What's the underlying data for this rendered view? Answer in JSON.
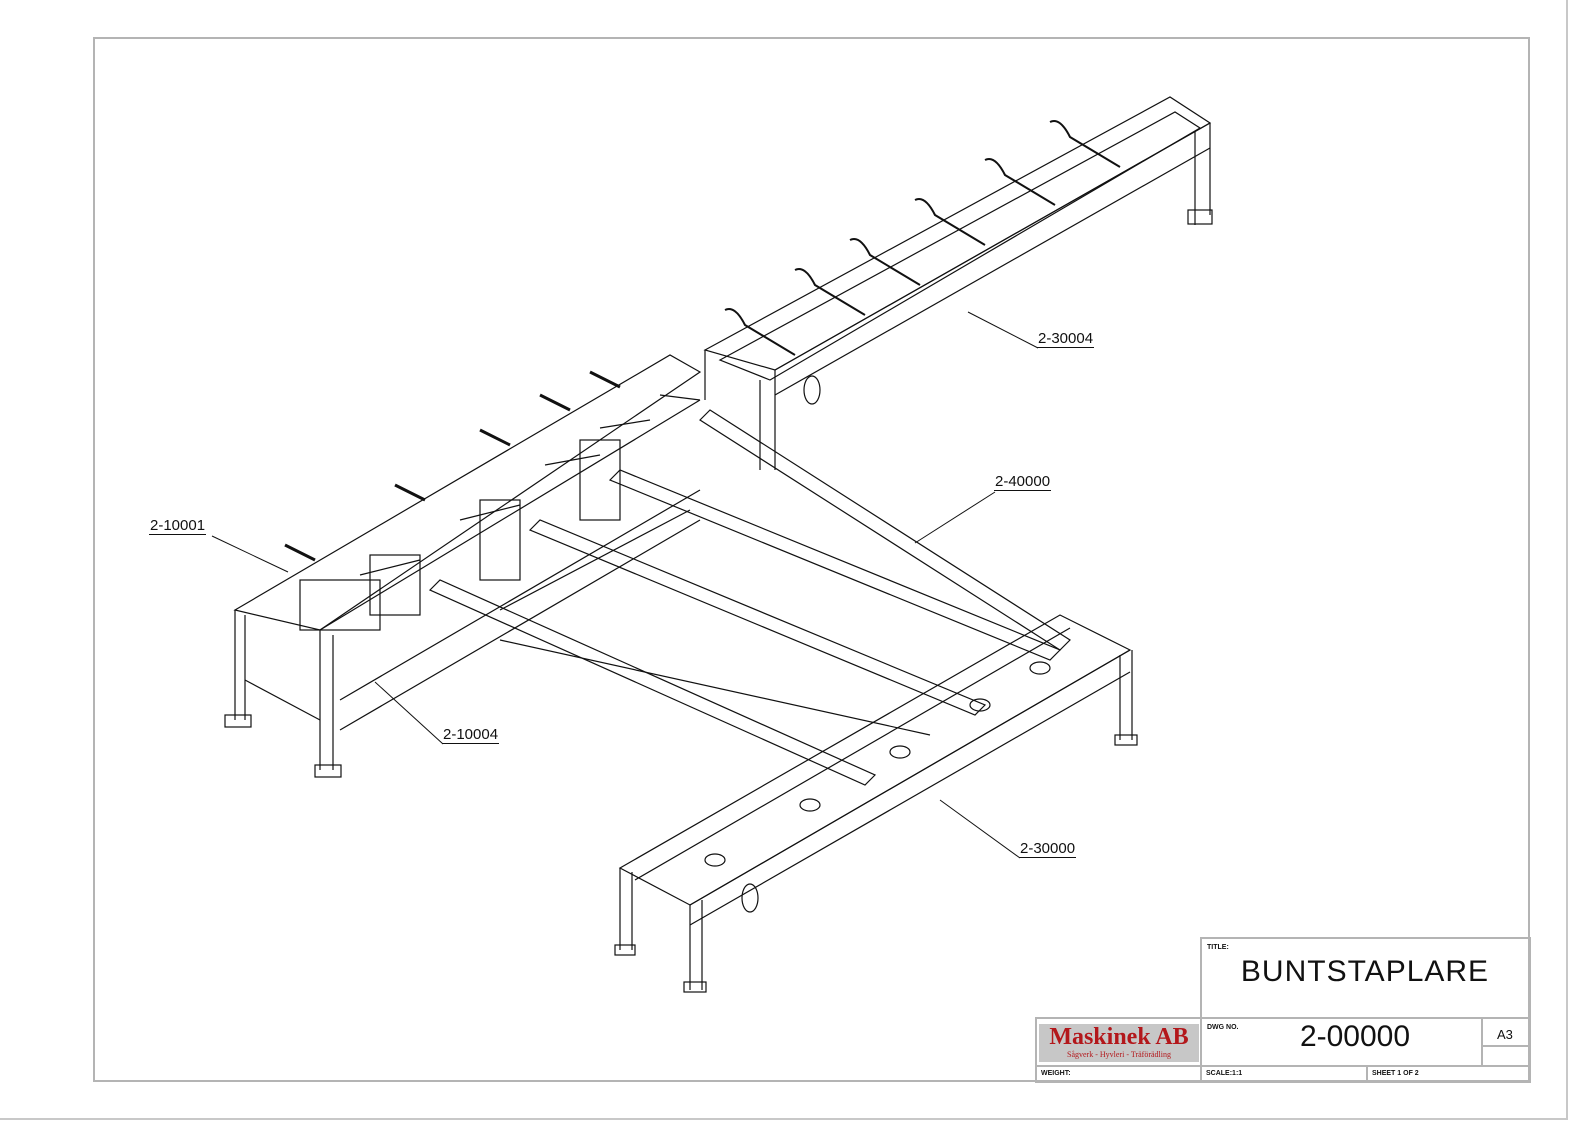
{
  "callouts": {
    "c30004": "2-30004",
    "c40000": "2-40000",
    "c10001": "2-10001",
    "c10004": "2-10004",
    "c30000": "2-30000"
  },
  "title_block": {
    "title_label": "TITLE:",
    "title": "BUNTSTAPLARE",
    "dwg_label": "DWG NO.",
    "dwg_no": "2-00000",
    "size": "A3",
    "weight_label": "WEIGHT:",
    "scale": "SCALE:1:1",
    "sheet": "SHEET 1 OF 2",
    "company": "Maskinek AB",
    "company_tagline": "Sågverk - Hyvleri - Träförädling"
  },
  "colors": {
    "logo_red": "#b3171b",
    "logo_bg": "#c7c7c7",
    "border": "#b4b4b4"
  }
}
